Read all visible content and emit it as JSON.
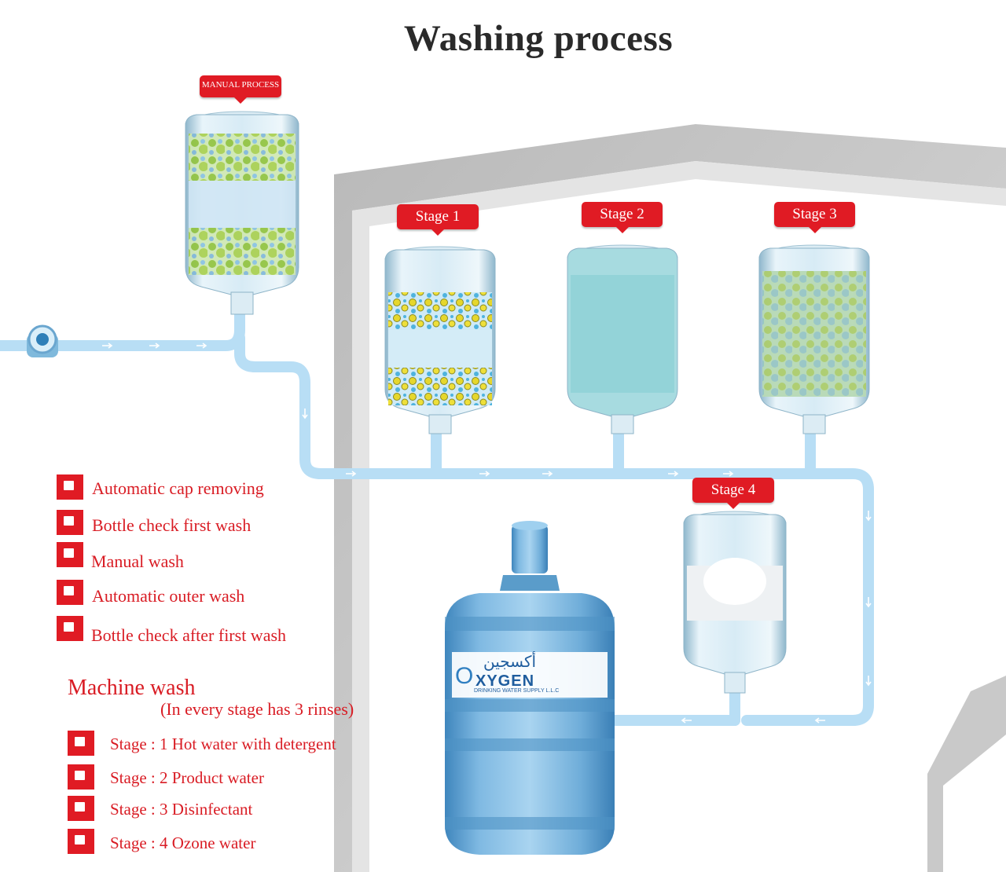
{
  "title": "Washing process",
  "manual_tag": "MANUAL PROCESS",
  "stage_tags": [
    "Stage 1",
    "Stage 2",
    "Stage 3",
    "Stage 4"
  ],
  "steps": [
    "Automatic cap removing",
    "Bottle check first wash",
    "Manual wash",
    "Automatic outer wash",
    "Bottle check after first wash"
  ],
  "machine_wash": {
    "heading": "Machine wash",
    "note": "(In every stage has 3 rinses)",
    "stages": [
      "Stage : 1  Hot water with detergent",
      "Stage : 2  Product water",
      "Stage : 3  Disinfectant",
      "Stage : 4  Ozone water"
    ]
  },
  "bottle_label": {
    "brand": "XYGEN",
    "brand_initial": "O",
    "arabic": "أكسجين",
    "subtitle": "DRINKING WATER SUPPLY L.L.C"
  },
  "colors": {
    "accent_red": "#e01b24",
    "pipe": "#b8def5",
    "wall": "#c9c9c9"
  }
}
